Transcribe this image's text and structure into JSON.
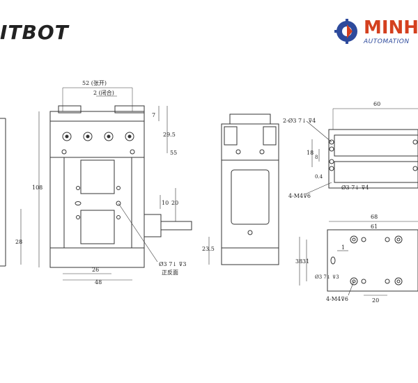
{
  "brand_left": "ITBOT",
  "brand_right": {
    "name": "MINH",
    "sub": "AUTOMATION"
  },
  "front_view": {
    "dim_open": "52 (张开)",
    "dim_closed": "2 (闭合)",
    "dim_7": "7",
    "dim_29_5": "29.5",
    "dim_55": "55",
    "dim_108": "108",
    "dim_10": "10",
    "dim_20": "20",
    "dim_28": "28",
    "dim_26": "26",
    "dim_48": "48",
    "hole_note_1": "Ø3 7↓ ⊽3",
    "hole_note_2": "正反面"
  },
  "side_view": {
    "dim_23_5": "23.5"
  },
  "top_view": {
    "dim_60": "60",
    "hole_note_top": "2-Ø3 7↓ ⊽4",
    "dim_18": "18",
    "dim_8": "8",
    "dim_0_4": "0.4",
    "hole_note_mid": "Ø3 7↓ ⊽4",
    "hole_note_m4": "4-M4⊽6"
  },
  "bottom_view": {
    "dim_68": "68",
    "dim_61": "61",
    "dim_38": "38",
    "dim_31": "31",
    "dim_1": "1",
    "hole_note": "Ø3 7↓ ⊽3",
    "hole_note_m4": "4-M4⊽6",
    "dim_20": "20"
  }
}
